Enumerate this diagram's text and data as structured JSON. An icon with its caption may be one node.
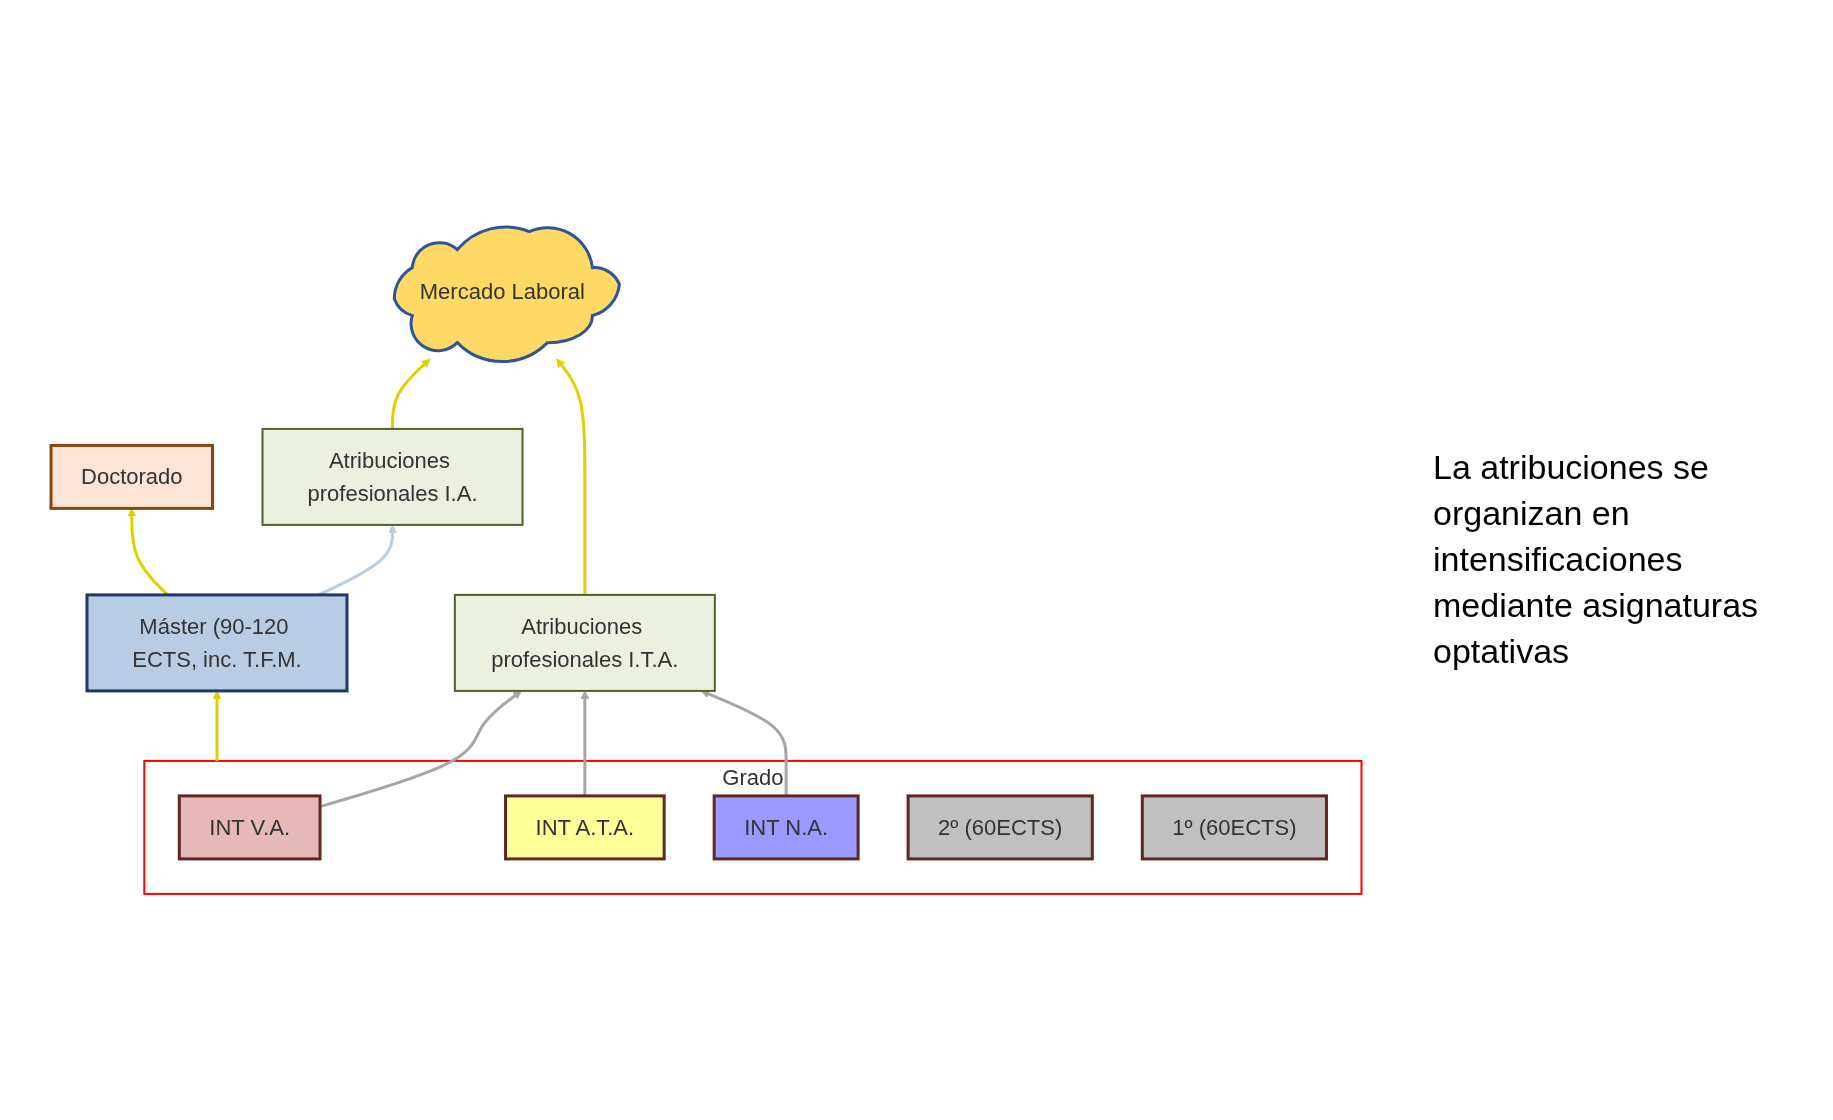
{
  "diagram": {
    "nodes": [
      {
        "text": [
          "Doctorado"
        ]
      },
      {
        "text": [
          "Atribuciones profesionales I.A."
        ]
      },
      {
        "text": [
          "Máster (90-120 ECTS, inc. T.F.M."
        ]
      },
      {
        "text": [
          "Atribuciones profesionales I.T.A."
        ]
      },
      {
        "text": [
          "Mercado Laboral"
        ]
      },
      {
        "text": [
          "Grado"
        ]
      },
      {
        "text": [
          "INT V.A."
        ],
        "in": 5
      },
      {
        "text": [
          "INT A.T.A."
        ],
        "in": 5
      },
      {
        "text": [
          "INT N.A."
        ],
        "in": 5
      },
      {
        "text": [
          "2º (60ECTS)"
        ],
        "in": 5
      },
      {
        "text": [
          "1º (60ECTS)"
        ],
        "in": 5
      }
    ],
    "edges": [
      {
        "from": 2,
        "to": 0,
        "arrow": "to"
      },
      {
        "from": 2,
        "to": 1,
        "arrow": "to",
        "color": "#b8cce4"
      },
      {
        "from": 1,
        "to": 4,
        "arrow": "to"
      },
      {
        "from": 3,
        "to": 4,
        "arrow": "to"
      },
      {
        "from": 5,
        "to": 2,
        "arrow": "to"
      },
      {
        "from": 6,
        "to": 3,
        "arrow": "to",
        "color": "#a6a6a6"
      },
      {
        "from": 7,
        "to": 3,
        "arrow": "to",
        "color": "#a6a6a6"
      },
      {
        "from": 8,
        "to": 3,
        "arrow": "to",
        "color": "#a6a6a6"
      }
    ],
    "labels": [
      "La atribuciones se organizan en intensificaciones mediante asignaturas optativas"
    ]
  }
}
